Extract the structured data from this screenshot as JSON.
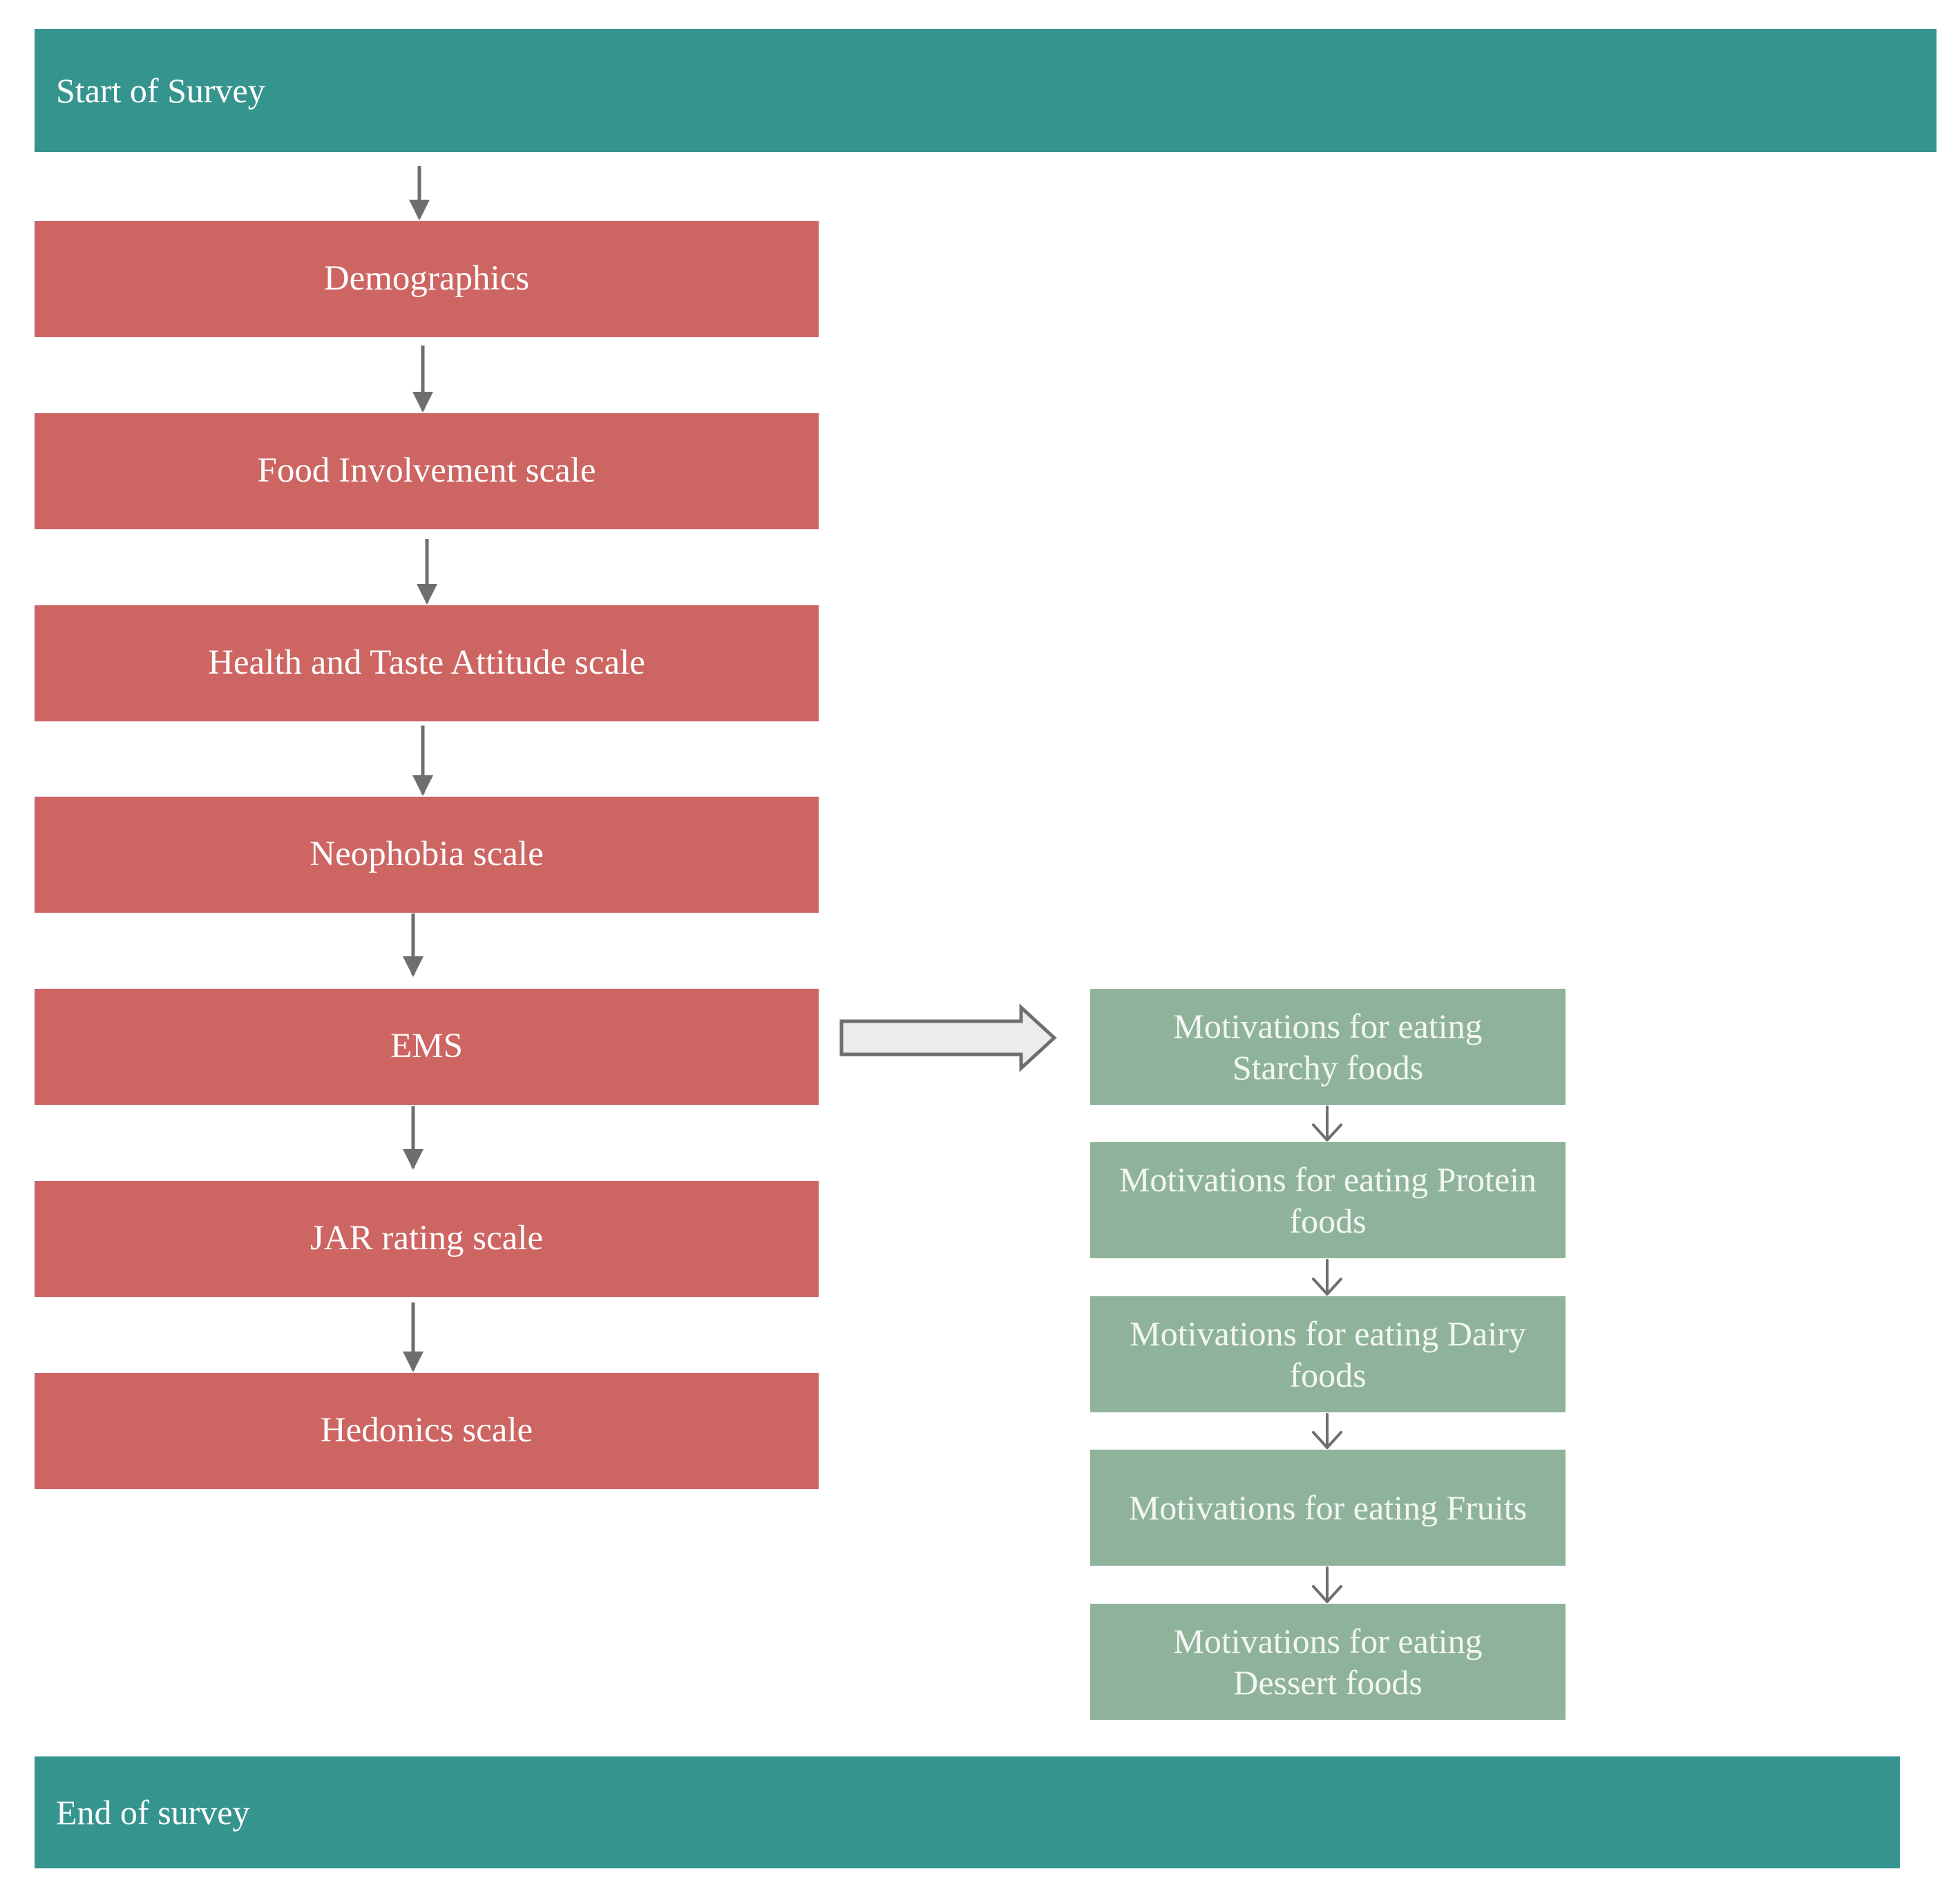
{
  "start": {
    "label": "Start of Survey"
  },
  "end": {
    "label": "End of survey"
  },
  "main_steps": [
    {
      "id": "demographics",
      "label": "Demographics"
    },
    {
      "id": "food-involvement",
      "label": "Food Involvement scale"
    },
    {
      "id": "health-taste",
      "label": "Health and Taste Attitude scale"
    },
    {
      "id": "neophobia",
      "label": "Neophobia scale"
    },
    {
      "id": "ems",
      "label": "EMS"
    },
    {
      "id": "jar",
      "label": "JAR rating scale"
    },
    {
      "id": "hedonics",
      "label": "Hedonics scale"
    }
  ],
  "ems_breakdown": [
    {
      "id": "starchy",
      "label": "Motivations for eating\nStarchy foods"
    },
    {
      "id": "protein",
      "label": "Motivations for eating Protein\nfoods"
    },
    {
      "id": "dairy",
      "label": "Motivations for eating Dairy\nfoods"
    },
    {
      "id": "fruits",
      "label": "Motivations for eating Fruits"
    },
    {
      "id": "dessert",
      "label": "Motivations for eating\nDessert foods"
    }
  ],
  "colors": {
    "banner": "#36948f",
    "main_step": "#cd6563",
    "sub_step": "#8fb39a",
    "arrow": "#6e6e6e",
    "block_arrow_fill": "#ececef"
  }
}
